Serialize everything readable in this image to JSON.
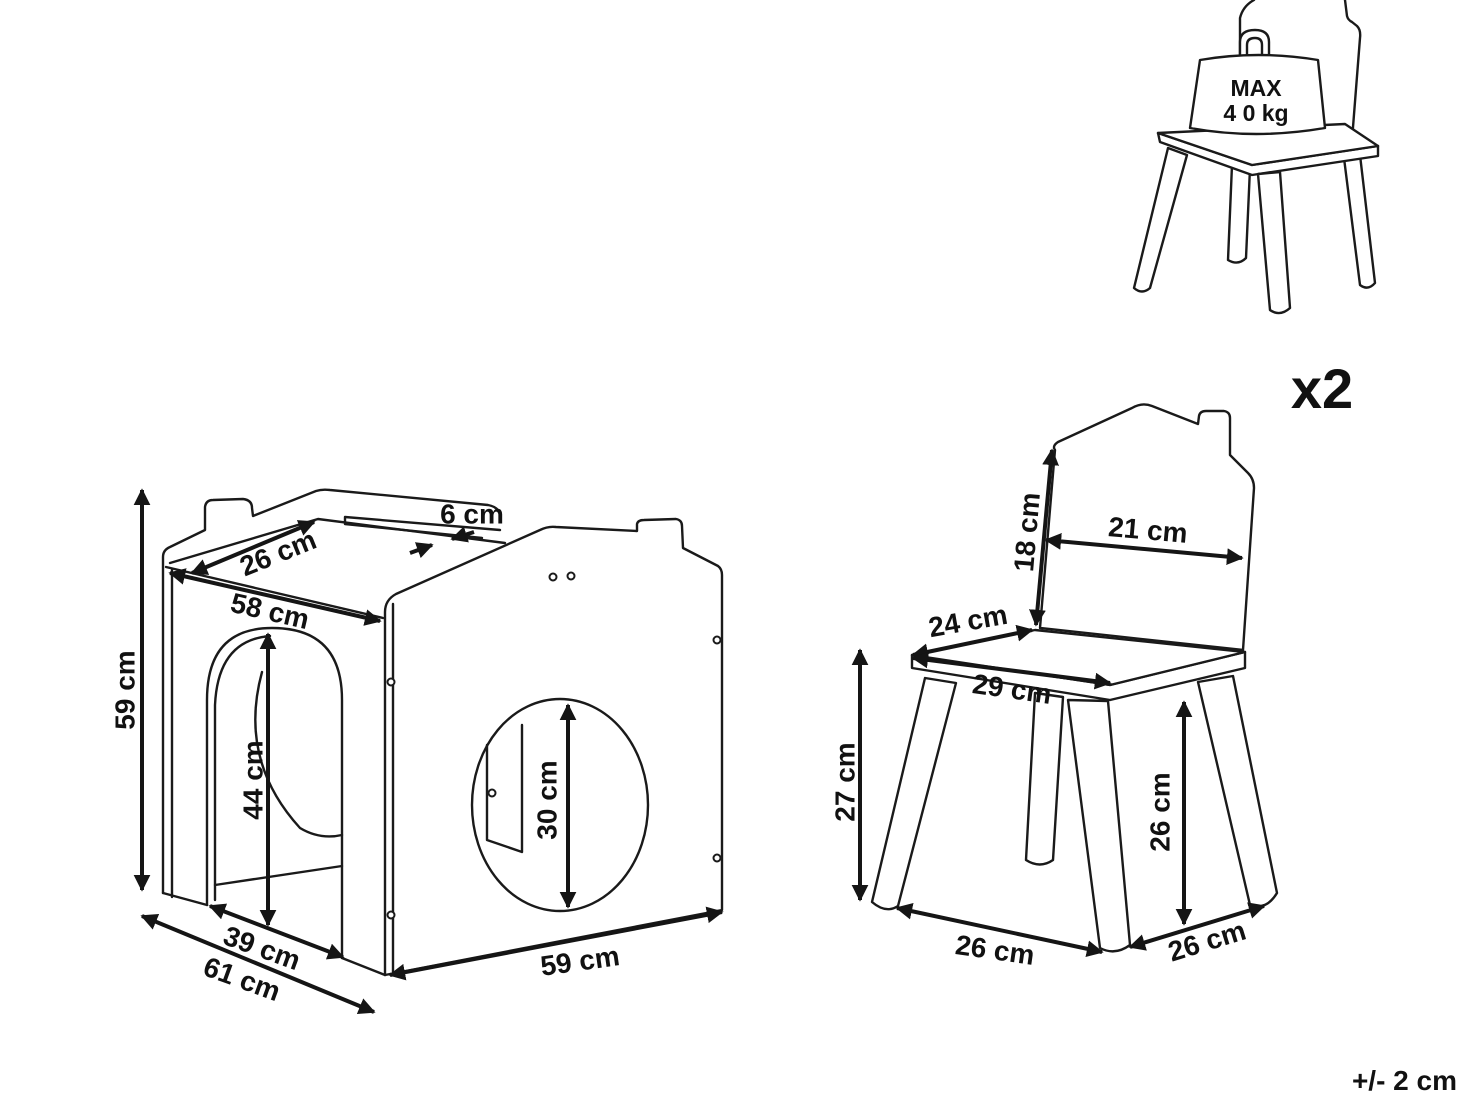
{
  "table": {
    "dimensions": {
      "height": "59 cm",
      "top_depth": "26 cm",
      "top_length": "58 cm",
      "back_gap": "6 cm",
      "arch_height": "44 cm",
      "hole_diameter": "30 cm",
      "inner_depth": "39 cm",
      "depth": "61 cm",
      "width": "59 cm"
    }
  },
  "chair": {
    "quantity": "x2",
    "max_load": {
      "line1": "MAX",
      "line2": "4 0 kg"
    },
    "dimensions": {
      "back_height": "18 cm",
      "back_width": "21 cm",
      "seat_depth": "24 cm",
      "seat_width": "29 cm",
      "seat_height": "27 cm",
      "leg_height": "26 cm",
      "base_width": "26 cm",
      "base_depth": "26 cm"
    }
  },
  "tolerance": "+/- 2 cm"
}
